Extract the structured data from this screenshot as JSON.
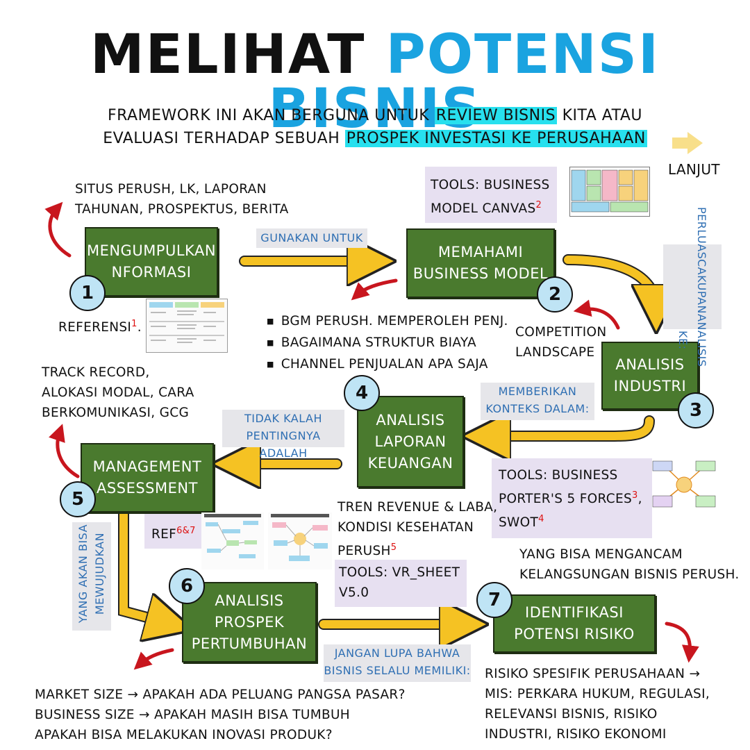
{
  "title": {
    "part1": "MELIHAT",
    "part2": "POTENSI BISNIS"
  },
  "subtitle": {
    "line1_pre": "FRAMEWORK INI AKAN BERGUNA UNTUK",
    "line1_hl": "REVIEW BISNIS",
    "line1_post": "KITA ATAU",
    "line2_pre": "EVALUASI TERHADAP SEBUAH",
    "line2_hl": "PROSPEK INVESTASI KE PERUSAHAAN"
  },
  "next_label": "LANJUT",
  "steps": [
    {
      "num": "1",
      "label1": "MENGUMPULKAN",
      "label2": "NFORMASI"
    },
    {
      "num": "2",
      "label1": "MEMAHAMI",
      "label2": "BUSINESS MODEL"
    },
    {
      "num": "3",
      "label1": "ANALISIS",
      "label2": "INDUSTRI"
    },
    {
      "num": "4",
      "label1": "ANALISIS",
      "label2": "LAPORAN",
      "label3": "KEUANGAN"
    },
    {
      "num": "5",
      "label1": "MANAGEMENT",
      "label2": "ASSESSMENT"
    },
    {
      "num": "6",
      "label1": "ANALISIS",
      "label2": "PROSPEK",
      "label3": "PERTUMBUHAN"
    },
    {
      "num": "7",
      "label1": "IDENTIFIKASI",
      "label2": "POTENSI RISIKO"
    }
  ],
  "connectors": {
    "c12": "GUNAKAN UNTUK",
    "c23_1": "PERLUAS",
    "c23_2": "CAKUPAN",
    "c23_3": "ANALISIS KE:",
    "c34_1": "MEMBERIKAN",
    "c34_2": "KONTEKS DALAM:",
    "c45_1": "TIDAK KALAH",
    "c45_2": "PENTINGNYA ADALAH",
    "c56_1": "YANG AKAN BISA",
    "c56_2": "MEWUJUDKAN",
    "c67_1": "JANGAN LUPA BAHWA",
    "c67_2": "BISNIS SELALU MEMILIKI:"
  },
  "notes": {
    "n1_1": "SITUS PERUSH, LK, LAPORAN",
    "n1_2": "TAHUNAN, PROSPEKTUS, BERITA",
    "ref1": "REFERENSI",
    "ref1_sup": "1",
    "tools2_1": "TOOLS: BUSINESS",
    "tools2_2": "MODEL CANVAS",
    "tools2_sup": "2",
    "bm_items": [
      "BGM PERUSH. MEMPEROLEH PENJ.",
      "BAGAIMANA STRUKTUR BIAYA",
      "CHANNEL PENJUALAN APA SAJA"
    ],
    "comp_1": "COMPETITION",
    "comp_2": "LANDSCAPE",
    "tr_1": "TRACK RECORD,",
    "tr_2": "ALOKASI MODAL, CARA",
    "tr_3": "BERKOMUNIKASI, GCG",
    "tools3_1": "TOOLS: BUSINESS",
    "tools3_2": "PORTER'S 5 FORCES",
    "tools3_sup1": "3",
    "tools3_3": "SWOT",
    "tools3_sup2": "4",
    "ref67": "REF",
    "ref67_sup": "6&7",
    "tren_1": "TREN REVENUE & LABA,",
    "tren_2": "KONDISI KESEHATAN",
    "tren_3": "PERUSH",
    "tren_sup": "5",
    "tools4_1": "TOOLS: VR_SHEET",
    "tools4_2": "V5.0",
    "threat_1": "YANG BISA MENGANCAM",
    "threat_2": "KELANGSUNGAN BISNIS PERUSH.",
    "mkt_1": "MARKET SIZE → APAKAH ADA PELUANG PANGSA PASAR?",
    "mkt_2": "BUSINESS SIZE → APAKAH MASIH BISA TUMBUH",
    "mkt_3": "APAKAH BISA MELAKUKAN INOVASI PRODUK?",
    "risk_1": "RISIKO SPESIFIK PERUSAHAAN →",
    "risk_2": "MIS: PERKARA HUKUM, REGULASI,",
    "risk_3": "RELEVANSI BISNIS, RISIKO",
    "risk_4": "INDUSTRI, RISIKO EKONOMI"
  },
  "colors": {
    "box": "#4a7a2e",
    "arrow": "#f5c223",
    "circle": "#bfe4f5",
    "accent_blue": "#1aa3e0",
    "highlight": "#27e0ee",
    "red": "#c8161e"
  }
}
